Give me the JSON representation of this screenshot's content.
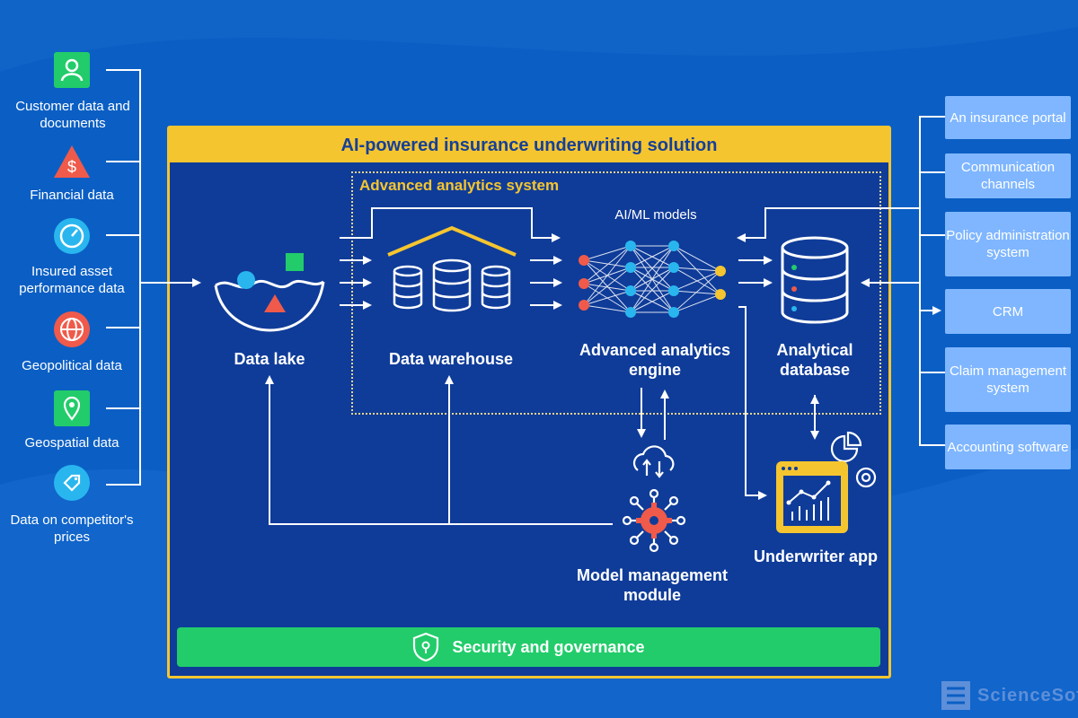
{
  "main_title": "AI-powered insurance underwriting solution",
  "analytics_title": "Advanced analytics system",
  "sources": [
    {
      "label": "Customer data and documents",
      "icon": "user-icon",
      "color": "#22cc6a"
    },
    {
      "label": "Financial data",
      "icon": "dollar-icon",
      "color": "#f05a4a"
    },
    {
      "label": "Insured asset performance data",
      "icon": "gauge-icon",
      "color": "#29b6ef"
    },
    {
      "label": "Geopolitical data",
      "icon": "globe-icon",
      "color": "#f05a4a"
    },
    {
      "label": "Geospatial data",
      "icon": "location-pin-icon",
      "color": "#22cc6a"
    },
    {
      "label": "Data on competitor's prices",
      "icon": "price-tag-icon",
      "color": "#29b6ef"
    }
  ],
  "nodes": {
    "data_lake": "Data lake",
    "data_warehouse": "Data warehouse",
    "ai_ml_models": "AI/ML models",
    "engine": "Advanced analytics engine",
    "analytical_db": "Analytical database",
    "model_mgmt": "Model management module",
    "underwriter_app": "Underwriter app"
  },
  "targets": [
    "An insurance portal",
    "Communication channels",
    "Policy administration system",
    "CRM",
    "Claim management system",
    "Accounting software"
  ],
  "security": "Security and governance",
  "logo": "ScienceSoft",
  "colors": {
    "background": "#0b5fc4",
    "panel": "#0f3c99",
    "accent_yellow": "#f5c530",
    "green": "#22cc6a",
    "red": "#f05a4a",
    "cyan": "#29b6ef",
    "light_blue_box": "#7fb6ff"
  }
}
